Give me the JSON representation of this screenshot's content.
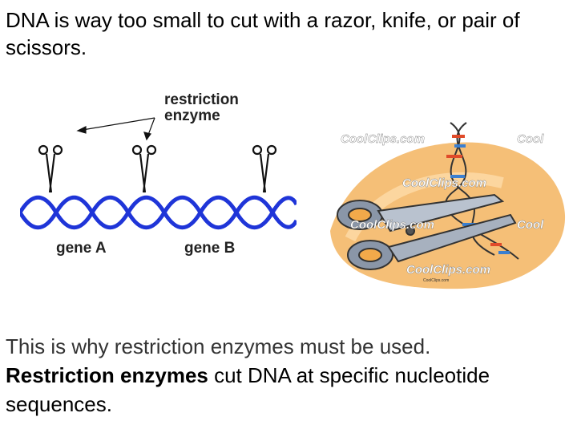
{
  "slide": {
    "title": "DNA is way too small to cut with a razor, knife, or pair of scissors.",
    "line1": "This is why restriction enzymes must be used.",
    "line2_bold": "Restriction enzymes",
    "line2_rest": " cut DNA at specific nucleotide sequences."
  },
  "diagram": {
    "label_enzyme_1": "restriction",
    "label_enzyme_2": "enzyme",
    "gene_a": "gene A",
    "gene_b": "gene B"
  },
  "clipart": {
    "watermark": "CoolClips.com",
    "watermark_short": "Cool",
    "caption": "CoolClips.com"
  },
  "colors": {
    "dna_blue": "#1f35d8",
    "scissor_black": "#111111",
    "clip_orange": "#f2a94a",
    "clip_gray": "#8a96a8"
  }
}
